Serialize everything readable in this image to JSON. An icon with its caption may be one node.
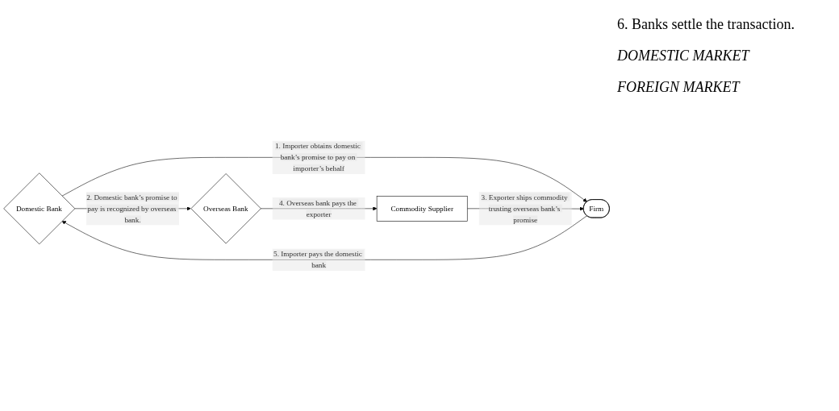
{
  "diagram": {
    "nodes": [
      {
        "text": [
          "Domestic Bank"
        ]
      },
      {
        "text": [
          "Overseas Bank"
        ]
      },
      {
        "text": [
          "Firm"
        ]
      },
      {
        "text": [
          "Commodity Supplier"
        ]
      }
    ],
    "edges": [
      {
        "from": 0,
        "to": 2,
        "arrow": "to",
        "label": "1. Importer obtains domestic bank’s promise to pay on importer’s behalf"
      },
      {
        "from": 0,
        "to": 1,
        "arrow": "to",
        "label": "2. Domestic bank’s promise to pay is recognized by overseas bank."
      },
      {
        "from": 3,
        "to": 2,
        "arrow": "to",
        "label": "3. Exporter ships commodity trusting overseas bank’s promise"
      },
      {
        "from": 1,
        "to": 3,
        "arrow": "to",
        "label": "4. Overseas bank pays the exporter"
      },
      {
        "from": 2,
        "to": 0,
        "arrow": "to",
        "label": "5. Importer pays the domestic bank"
      }
    ],
    "labels": [
      "6. Banks settle the transaction.",
      "DOMESTIC MARKET",
      "FOREIGN MARKET"
    ]
  }
}
